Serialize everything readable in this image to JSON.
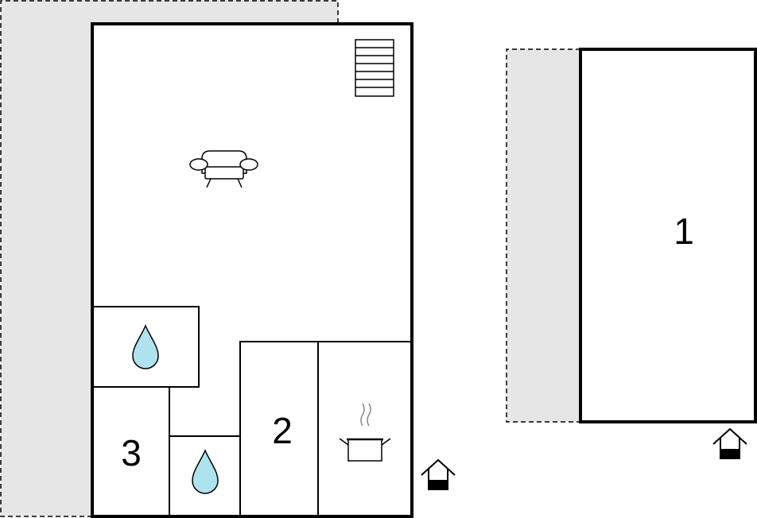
{
  "rooms": {
    "bedroom_1": {
      "label": "1"
    },
    "bedroom_2": {
      "label": "2"
    },
    "bedroom_3": {
      "label": "3"
    }
  },
  "icons": {
    "living": "sofa-icon",
    "stairs": "stairs-icon",
    "bathroom": "water-drop-icon",
    "kitchen": "cooking-pot-icon",
    "entrance": "entrance-house-icon"
  },
  "colors": {
    "outline": "#000000",
    "terrace": "#e6e6e6",
    "water": "#aee2ee"
  }
}
